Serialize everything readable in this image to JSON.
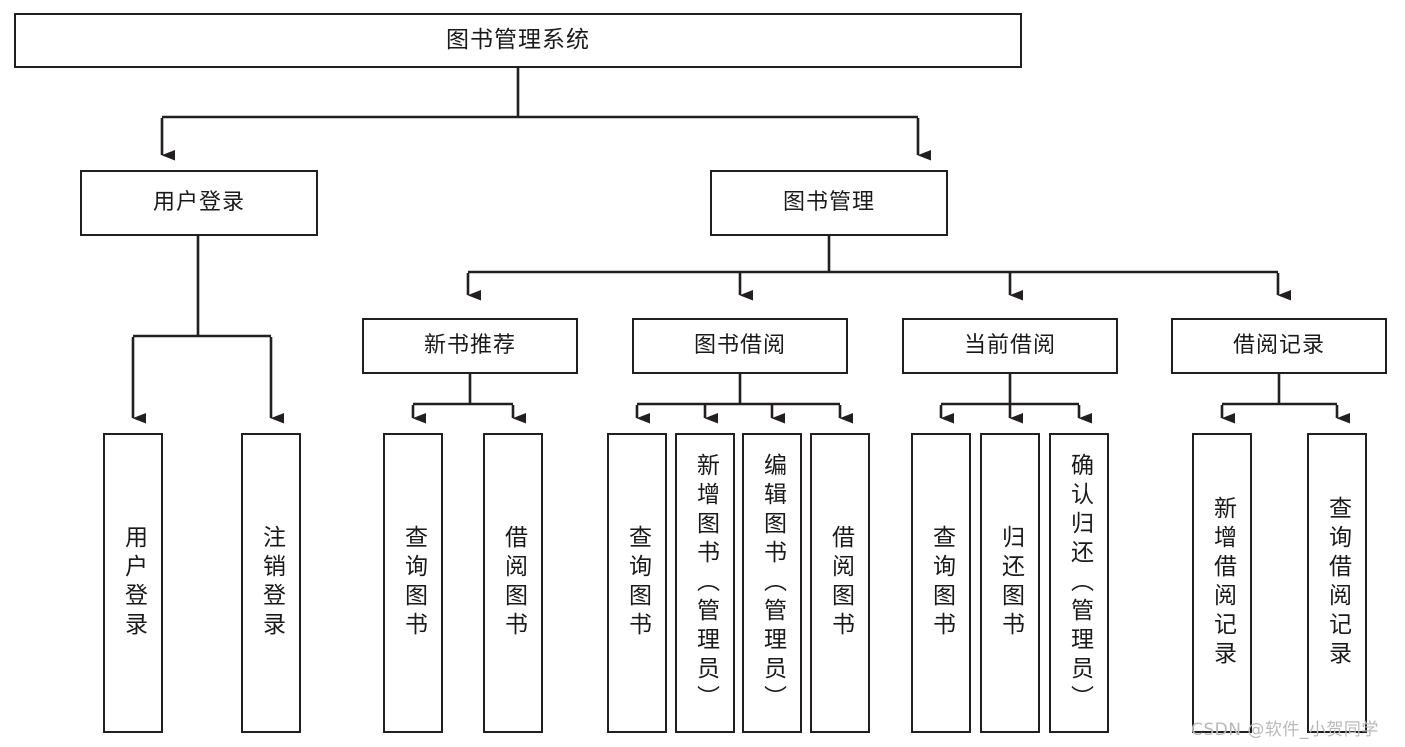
{
  "diagram": {
    "title": "图书管理系统",
    "type": "tree-hierarchy-diagram",
    "root": {
      "label": "图书管理系统"
    },
    "level2": [
      {
        "label": "用户登录"
      },
      {
        "label": "图书管理"
      }
    ],
    "level3": [
      {
        "label": "新书推荐"
      },
      {
        "label": "图书借阅"
      },
      {
        "label": "当前借阅"
      },
      {
        "label": "借阅记录"
      }
    ],
    "leaves": {
      "user_login": [
        {
          "label": "用户登录"
        },
        {
          "label": "注销登录"
        }
      ],
      "new_book_recommend": [
        {
          "label": "查询图书"
        },
        {
          "label": "借阅图书"
        }
      ],
      "book_borrow": [
        {
          "label": "查询图书"
        },
        {
          "label": "新增图书（管理员）"
        },
        {
          "label": "编辑图书（管理员）"
        },
        {
          "label": "借阅图书"
        }
      ],
      "current_borrow": [
        {
          "label": "查询图书"
        },
        {
          "label": "归还图书"
        },
        {
          "label": "确认归还（管理员）"
        }
      ],
      "borrow_record": [
        {
          "label": "新增借阅记录"
        },
        {
          "label": "查询借阅记录"
        }
      ]
    }
  },
  "watermark": {
    "text": "CSDN @软件_小贺同学"
  },
  "colors": {
    "stroke": "#231f20",
    "background": "#ffffff",
    "text": "#1a1a1a",
    "watermark": "#b9b9b9"
  }
}
